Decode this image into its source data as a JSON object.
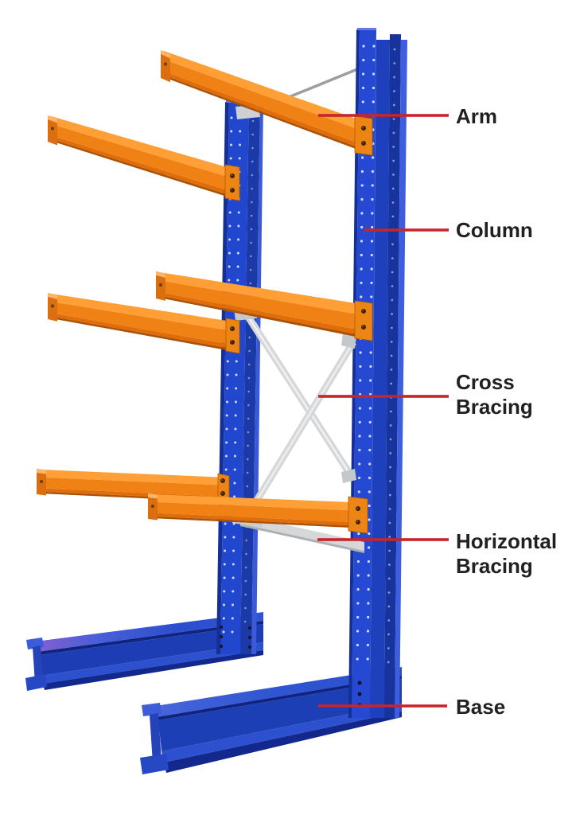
{
  "colors": {
    "background": "#ffffff",
    "column_blue": "#2247cf",
    "column_blue_dark": "#16339e",
    "arm_orange": "#f08114",
    "arm_orange_light": "#ff9f36",
    "bracing_silver": "#d6d7d9",
    "callout_red": "#c5262c",
    "label_text": "#232021"
  },
  "diagram": {
    "callouts": [
      {
        "id": "arm",
        "lines": [
          "Arm"
        ]
      },
      {
        "id": "column",
        "lines": [
          "Column"
        ]
      },
      {
        "id": "cross-bracing",
        "lines": [
          "Cross",
          "Bracing"
        ]
      },
      {
        "id": "horizontal-bracing",
        "lines": [
          "Horizontal",
          "Bracing"
        ]
      },
      {
        "id": "base",
        "lines": [
          "Base"
        ]
      }
    ]
  }
}
